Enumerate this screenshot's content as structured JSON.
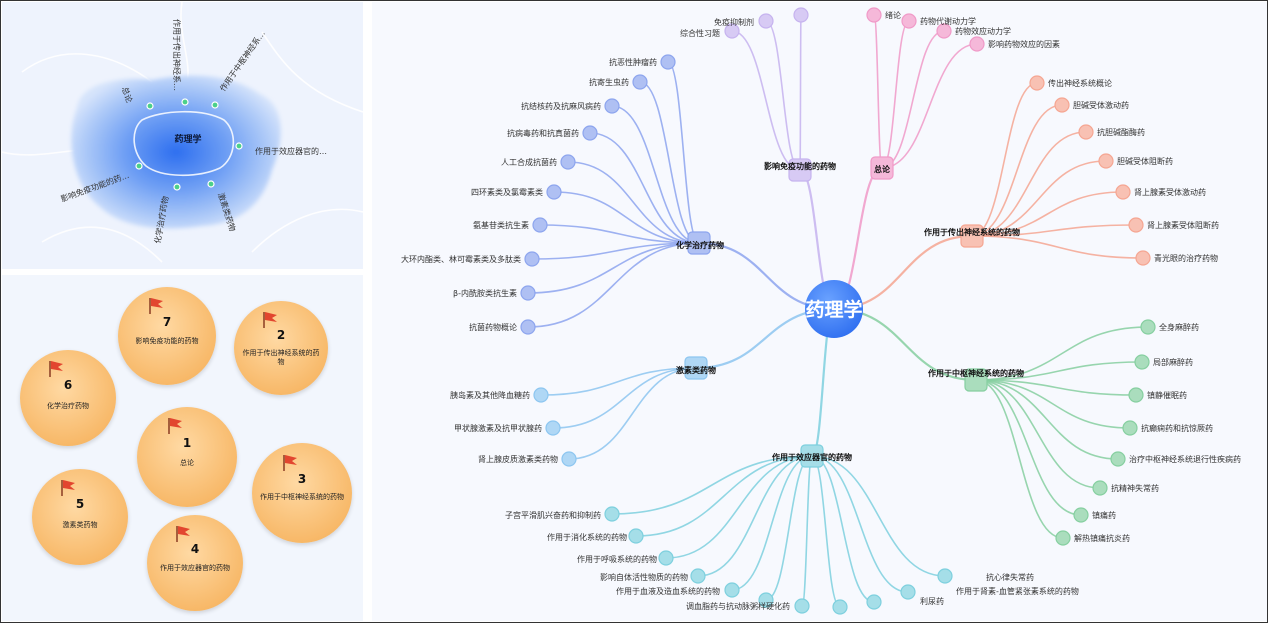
{
  "root": {
    "label": "药理学"
  },
  "cloud": {
    "center": "药理学",
    "labels": [
      "作用于传出神经系…",
      "作用于中枢神经系…",
      "总论",
      "作用于效应器官的…",
      "影响免疫功能的药…",
      "化学治疗药物",
      "激素类药物"
    ]
  },
  "cards": [
    {
      "num": "7",
      "label": "影响免疫功能的药物"
    },
    {
      "num": "2",
      "label": "作用于传出神经系统的药物"
    },
    {
      "num": "6",
      "label": "化学治疗药物"
    },
    {
      "num": "1",
      "label": "总论"
    },
    {
      "num": "3",
      "label": "作用于中枢神经系统的药物"
    },
    {
      "num": "5",
      "label": "激素类药物"
    },
    {
      "num": "4",
      "label": "作用于效应器官的药物"
    }
  ],
  "branches": {
    "chem": {
      "label": "化学治疗药物",
      "color": "#8da5ee",
      "leaves": [
        "抗恶性肿瘤药",
        "抗寄生虫药",
        "抗结核药及抗麻风病药",
        "抗病毒药和抗真菌药",
        "人工合成抗菌药",
        "四环素类及氯霉素类",
        "氨基苷类抗生素",
        "大环内酯类、林可霉素类及多肽类",
        "β-内酰胺类抗生素",
        "抗菌药物概论"
      ]
    },
    "immune": {
      "label": "影响免疫功能的药物",
      "color": "#c6b3ef",
      "leaves": [
        "综合性习题",
        "免疫抑制剂"
      ]
    },
    "general": {
      "label": "总论",
      "color": "#f09ac8",
      "leaves": [
        "绪论",
        "药物代谢动力学",
        "药物效应动力学",
        "影响药物效应的因素"
      ]
    },
    "efferent": {
      "label": "作用于传出神经系统的药物",
      "color": "#f5a692",
      "leaves": [
        "传出神经系统概论",
        "胆碱受体激动药",
        "抗胆碱酯酶药",
        "胆碱受体阻断药",
        "肾上腺素受体激动药",
        "肾上腺素受体阻断药",
        "青光眼的治疗药物"
      ]
    },
    "cns": {
      "label": "作用于中枢神经系统的药物",
      "color": "#86cfa0",
      "leaves": [
        "全身麻醉药",
        "局部麻醉药",
        "镇静催眠药",
        "抗癫痫药和抗惊厥药",
        "治疗中枢神经系统退行性疾病药",
        "抗精神失常药",
        "镇痛药",
        "解热镇痛抗炎药"
      ]
    },
    "hormone": {
      "label": "激素类药物",
      "color": "#8dc6f0",
      "leaves": [
        "胰岛素及其他降血糖药",
        "甲状腺激素及抗甲状腺药",
        "肾上腺皮质激素类药物"
      ]
    },
    "organ": {
      "label": "作用于效应器官的药物",
      "color": "#7ed0de",
      "leaves": [
        "子宫平滑肌兴奋药和抑制药",
        "作用于消化系统的药物",
        "作用于呼吸系统的药物",
        "影响自体活性物质的药物",
        "作用于血液及造血系统的药物",
        "调血脂药与抗动脉粥样硬化药",
        "利尿药",
        "作用于肾素-血管紧张素系统的药物",
        "抗心律失常药"
      ]
    }
  }
}
